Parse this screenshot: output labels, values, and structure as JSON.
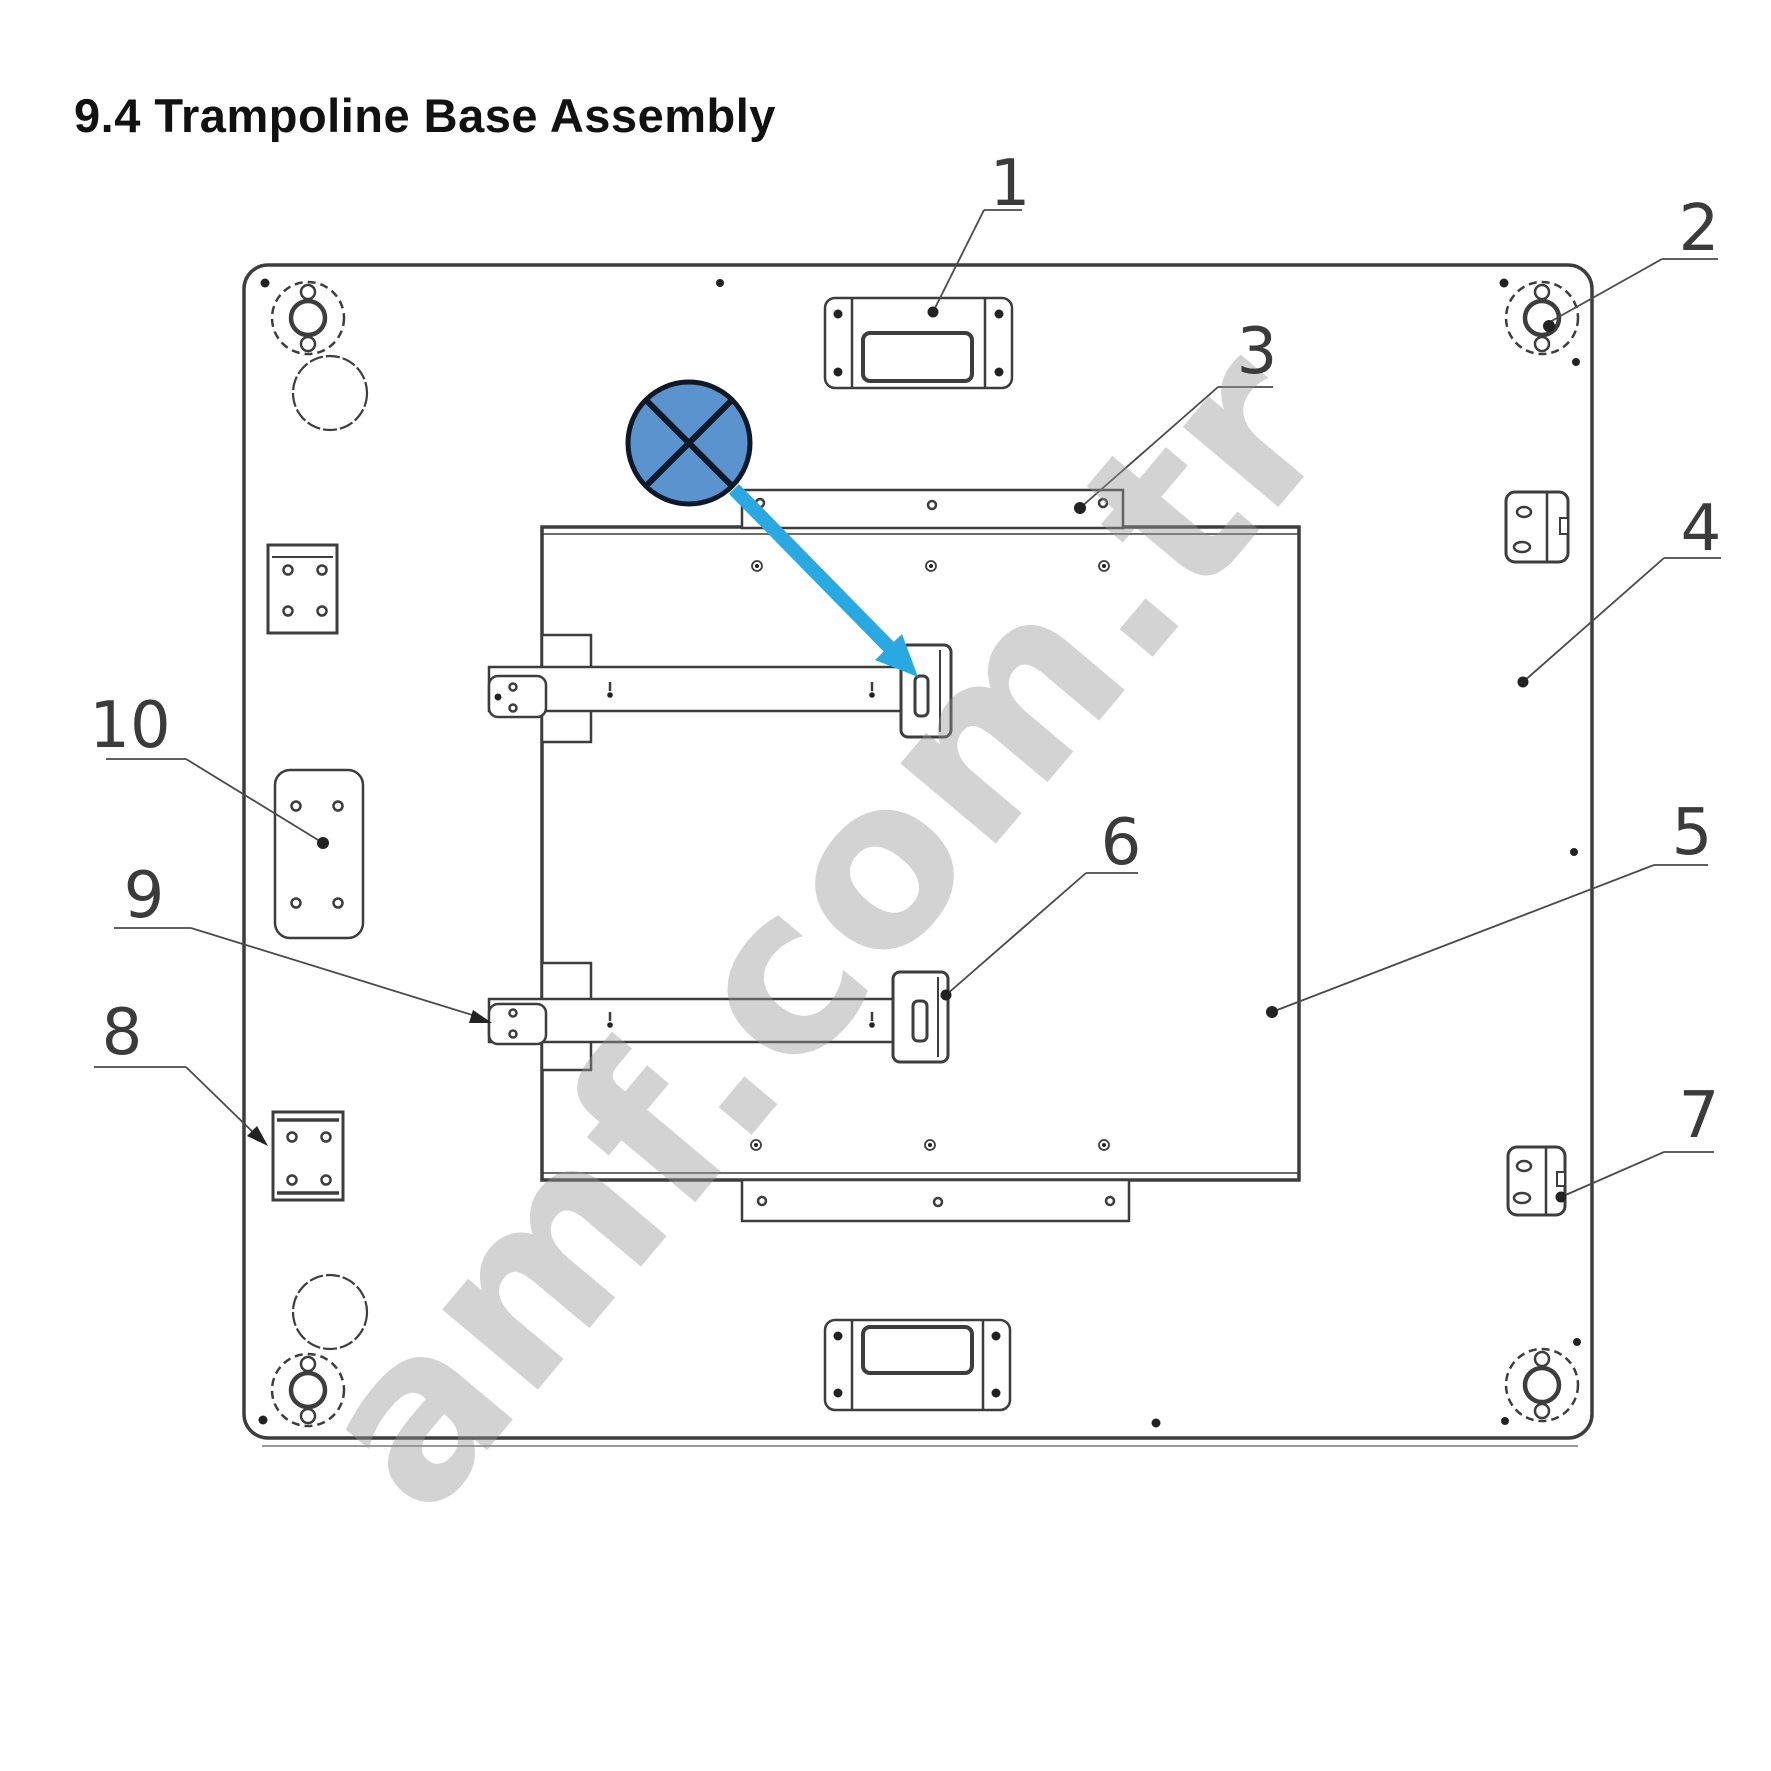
{
  "page": {
    "title": "9.4 Trampoline Base Assembly"
  },
  "watermark": {
    "text": "amf.com.tr"
  },
  "diagram": {
    "type": "exploded-parts-diagram",
    "subject": "trampoline base plate assembly",
    "callouts": [
      {
        "label": "1"
      },
      {
        "label": "2"
      },
      {
        "label": "3"
      },
      {
        "label": "4"
      },
      {
        "label": "5"
      },
      {
        "label": "6"
      },
      {
        "label": "7"
      },
      {
        "label": "8"
      },
      {
        "label": "9"
      },
      {
        "label": "10"
      }
    ]
  },
  "annotation": {
    "marker_shape": "circle-x",
    "circle_fill": "#5b93ce",
    "circle_stroke": "#0d1926",
    "arrow_color": "#29a8e2"
  }
}
